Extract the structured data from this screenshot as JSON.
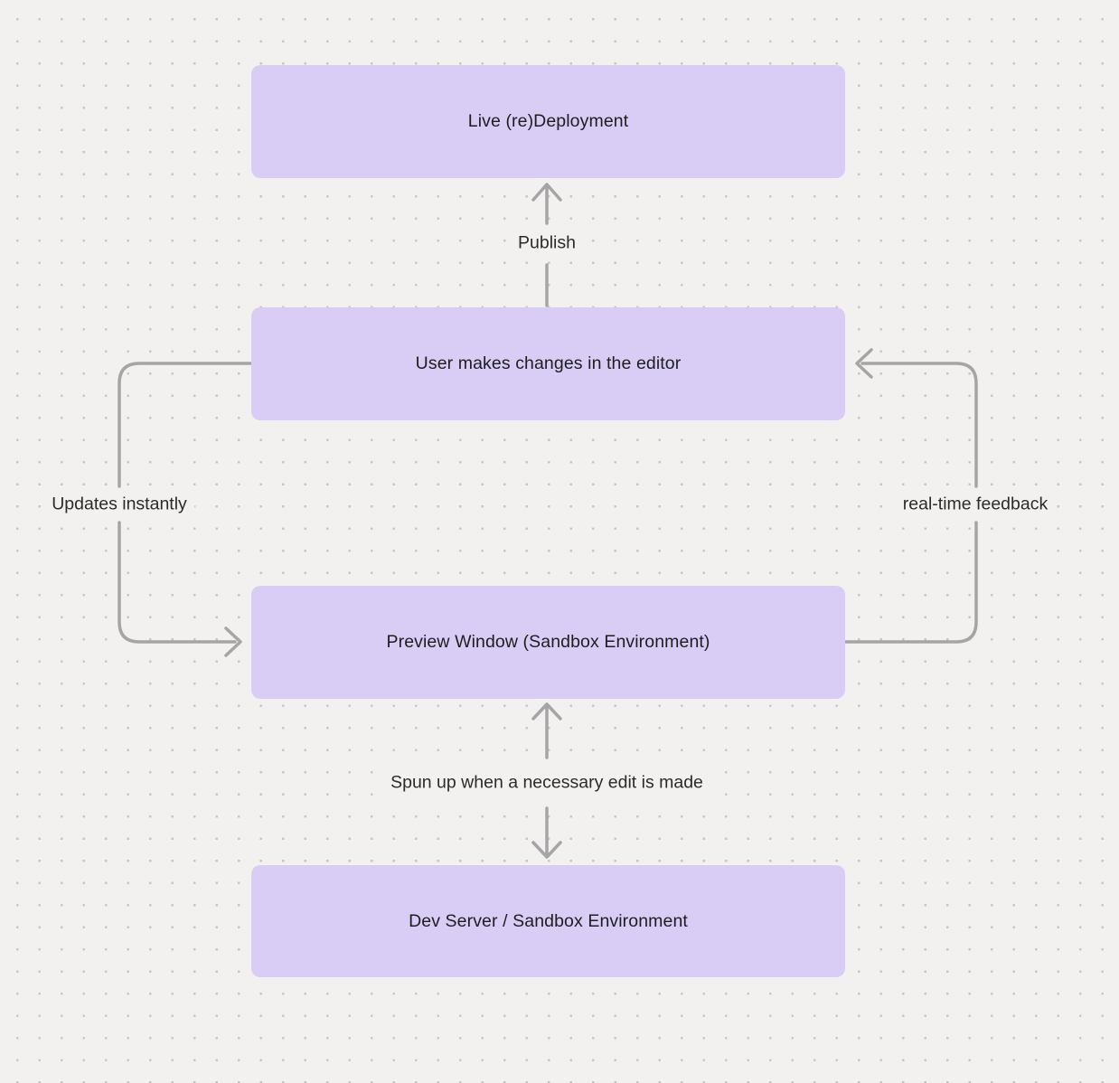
{
  "canvas": {
    "background": "#f2f1ef",
    "dot_color": "#c8c7c4",
    "node_fill": "#d9ccf5",
    "node_text_color": "#1e1e20",
    "arrow_color": "#a5a5a5"
  },
  "nodes": [
    {
      "id": "live-redeployment",
      "label": "Live (re)Deployment"
    },
    {
      "id": "user-edits",
      "label": "User makes changes in the editor"
    },
    {
      "id": "preview-window",
      "label": "Preview Window (Sandbox Environment)"
    },
    {
      "id": "dev-server",
      "label": "Dev Server / Sandbox Environment"
    }
  ],
  "edges": [
    {
      "id": "publish",
      "label": "Publish",
      "from": "user-edits",
      "to": "live-redeployment"
    },
    {
      "id": "updates-instantly",
      "label": "Updates instantly",
      "from": "user-edits",
      "to": "preview-window"
    },
    {
      "id": "real-time-feedback",
      "label": "real-time feedback",
      "from": "preview-window",
      "to": "user-edits"
    },
    {
      "id": "spun-up",
      "label": "Spun up when a necessary edit is made",
      "from": "dev-server",
      "to": "preview-window"
    }
  ]
}
